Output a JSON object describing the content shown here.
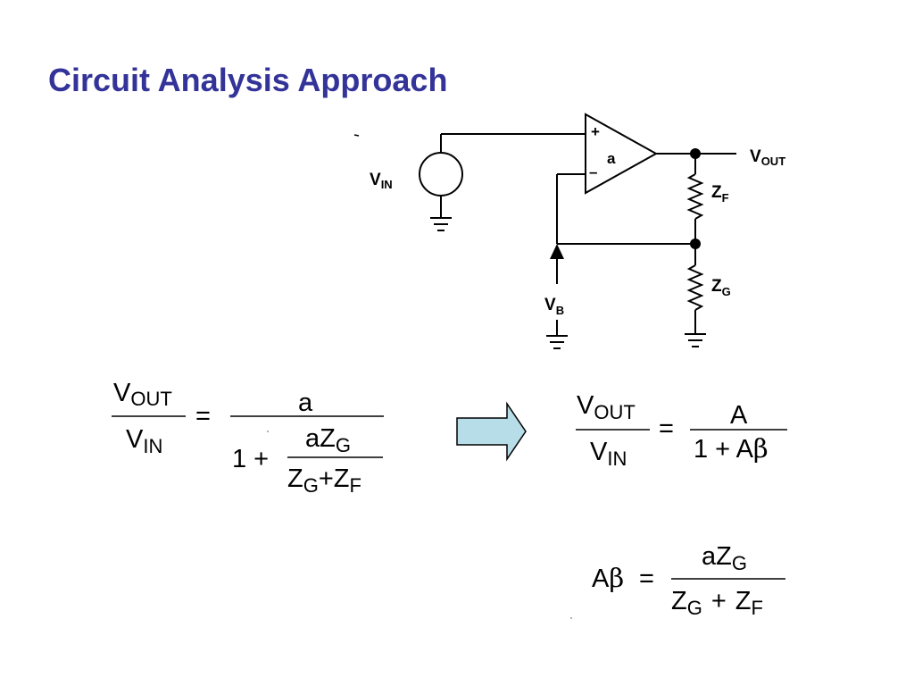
{
  "title": "Circuit Analysis Approach",
  "colors": {
    "title": "#333399",
    "arrow_fill": "#B7DDE8",
    "arrow_stroke": "#000000"
  },
  "circuit": {
    "vin": {
      "main": "V",
      "sub": "IN"
    },
    "vout": {
      "main": "V",
      "sub": "OUT"
    },
    "vb": {
      "main": "V",
      "sub": "B"
    },
    "zf": {
      "main": "Z",
      "sub": "F"
    },
    "zg": {
      "main": "Z",
      "sub": "G"
    },
    "amp_gain": "a",
    "plus_sign": "+",
    "minus_sign": "–"
  },
  "eq1": {
    "lhs_num": {
      "main": "V",
      "sub": "OUT"
    },
    "lhs_den": {
      "main": "V",
      "sub": "IN"
    },
    "equals": "=",
    "rhs_num": "a",
    "one_plus": "1 +",
    "inner_num": {
      "pre": "a",
      "main": "Z",
      "sub": "G"
    },
    "inner_den": {
      "main1": "Z",
      "sub1": "G",
      "op": "+",
      "main2": "Z",
      "sub2": "F"
    }
  },
  "eq2": {
    "lhs_num": {
      "main": "V",
      "sub": "OUT"
    },
    "lhs_den": {
      "main": "V",
      "sub": "IN"
    },
    "equals": "=",
    "rhs_num": "A",
    "rhs_den": {
      "text": "1 + A",
      "greek": "β"
    }
  },
  "eq3": {
    "lhs": {
      "text": "A",
      "greek": "β"
    },
    "equals": "=",
    "num": {
      "pre": "a",
      "main": "Z",
      "sub": "G"
    },
    "den": {
      "main1": "Z",
      "sub1": "G",
      "op": "+",
      "main2": "Z",
      "sub2": "F"
    }
  }
}
